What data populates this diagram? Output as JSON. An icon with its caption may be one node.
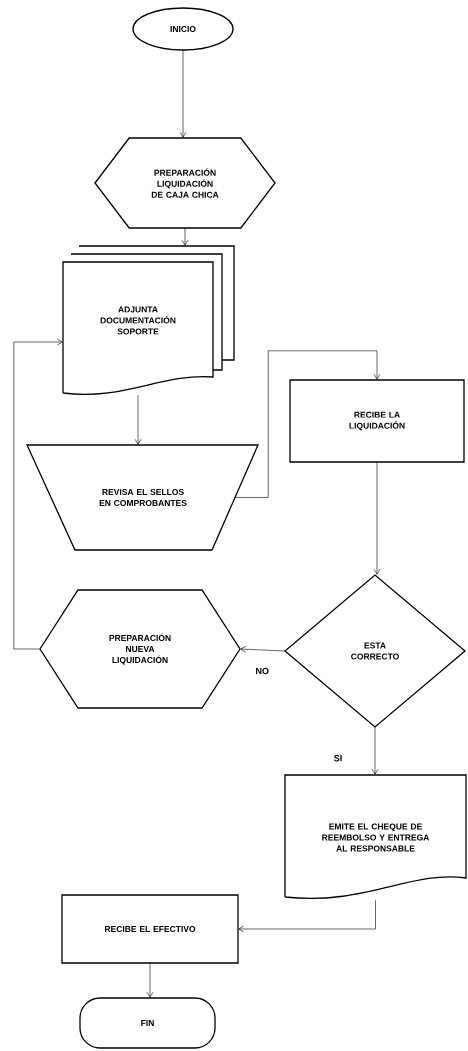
{
  "diagram": {
    "nodes": [
      {
        "text": [
          "INICIO"
        ]
      },
      {
        "text": [
          "PREPARACIÓN LIQUIDACIÓN DE CAJA CHICA"
        ]
      },
      {
        "text": [
          "ADJUNTA DOCUMENTACIÓN SOPORTE"
        ]
      },
      {
        "text": [
          "REVISA EL SELLOS EN COMPROBANTES"
        ]
      },
      {
        "text": [
          "RECIBE LA LIQUIDACIÓN"
        ]
      },
      {
        "text": [
          "ESTA CORRECTO"
        ]
      },
      {
        "text": [
          "PREPARACIÓN NUEVA LIQUIDACIÓN"
        ]
      },
      {
        "text": [
          "EMITE EL CHEQUE DE REEMBOLSO Y ENTREGA AL RESPONSABLE"
        ]
      },
      {
        "text": [
          "RECIBE EL EFECTIVO"
        ]
      },
      {
        "text": [
          "FIN"
        ]
      }
    ],
    "edges": [
      {
        "from": 0,
        "to": 1,
        "arrow": "to"
      },
      {
        "from": 1,
        "to": 2,
        "arrow": "to"
      },
      {
        "from": 2,
        "to": 3,
        "arrow": "to"
      },
      {
        "from": 3,
        "to": 4,
        "arrow": "to"
      },
      {
        "from": 4,
        "to": 5,
        "arrow": "to"
      },
      {
        "from": 5,
        "to": 6,
        "label": "NO",
        "arrow": "to"
      },
      {
        "from": 6,
        "to": 2,
        "arrow": "to"
      },
      {
        "from": 5,
        "to": 7,
        "label": "SI",
        "arrow": "to"
      },
      {
        "from": 7,
        "to": 8,
        "arrow": "to"
      },
      {
        "from": 8,
        "to": 9,
        "arrow": "to"
      }
    ]
  }
}
